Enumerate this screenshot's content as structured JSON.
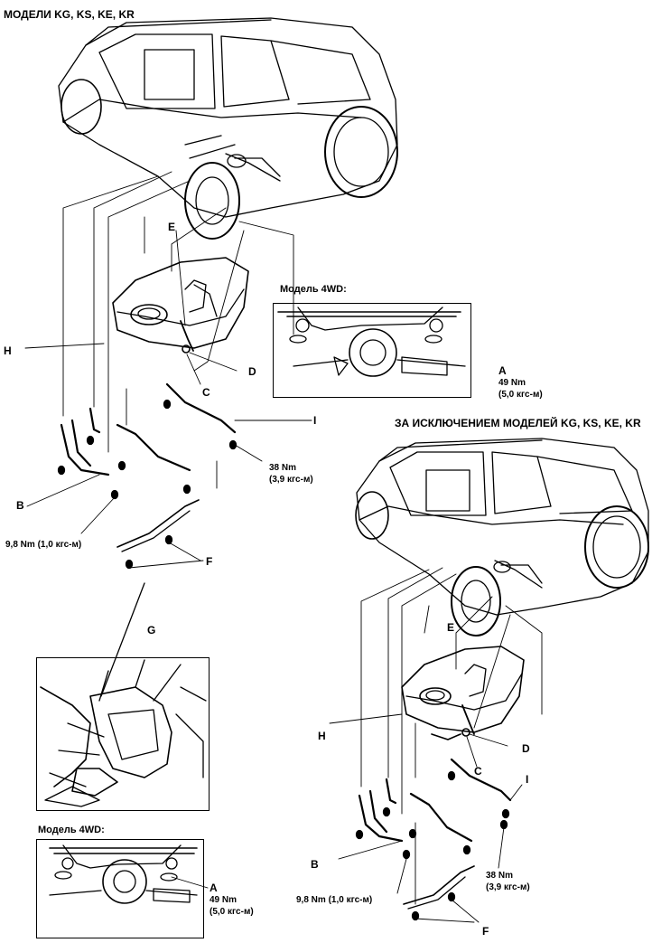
{
  "headings": {
    "top_models": "МОДЕЛИ KG, KS, KE, KR",
    "except_models": "ЗА ИСКЛЮЧЕНИЕМ МОДЕЛЕЙ KG, KS, KE, KR"
  },
  "callouts": {
    "a": "A",
    "b": "B",
    "c": "C",
    "d": "D",
    "e": "E",
    "f": "F",
    "g": "G",
    "h": "H",
    "i": "I"
  },
  "insets": {
    "model_4wd": "Модель 4WD:"
  },
  "torques": {
    "t49_nm": "49 Nm",
    "t49_kgf": "(5,0 кгс-м)",
    "t38_nm": "38 Nm",
    "t38_kgf": "(3,9 кгс-м)",
    "t98": "9,8 Nm (1,0 кгс-м)"
  }
}
